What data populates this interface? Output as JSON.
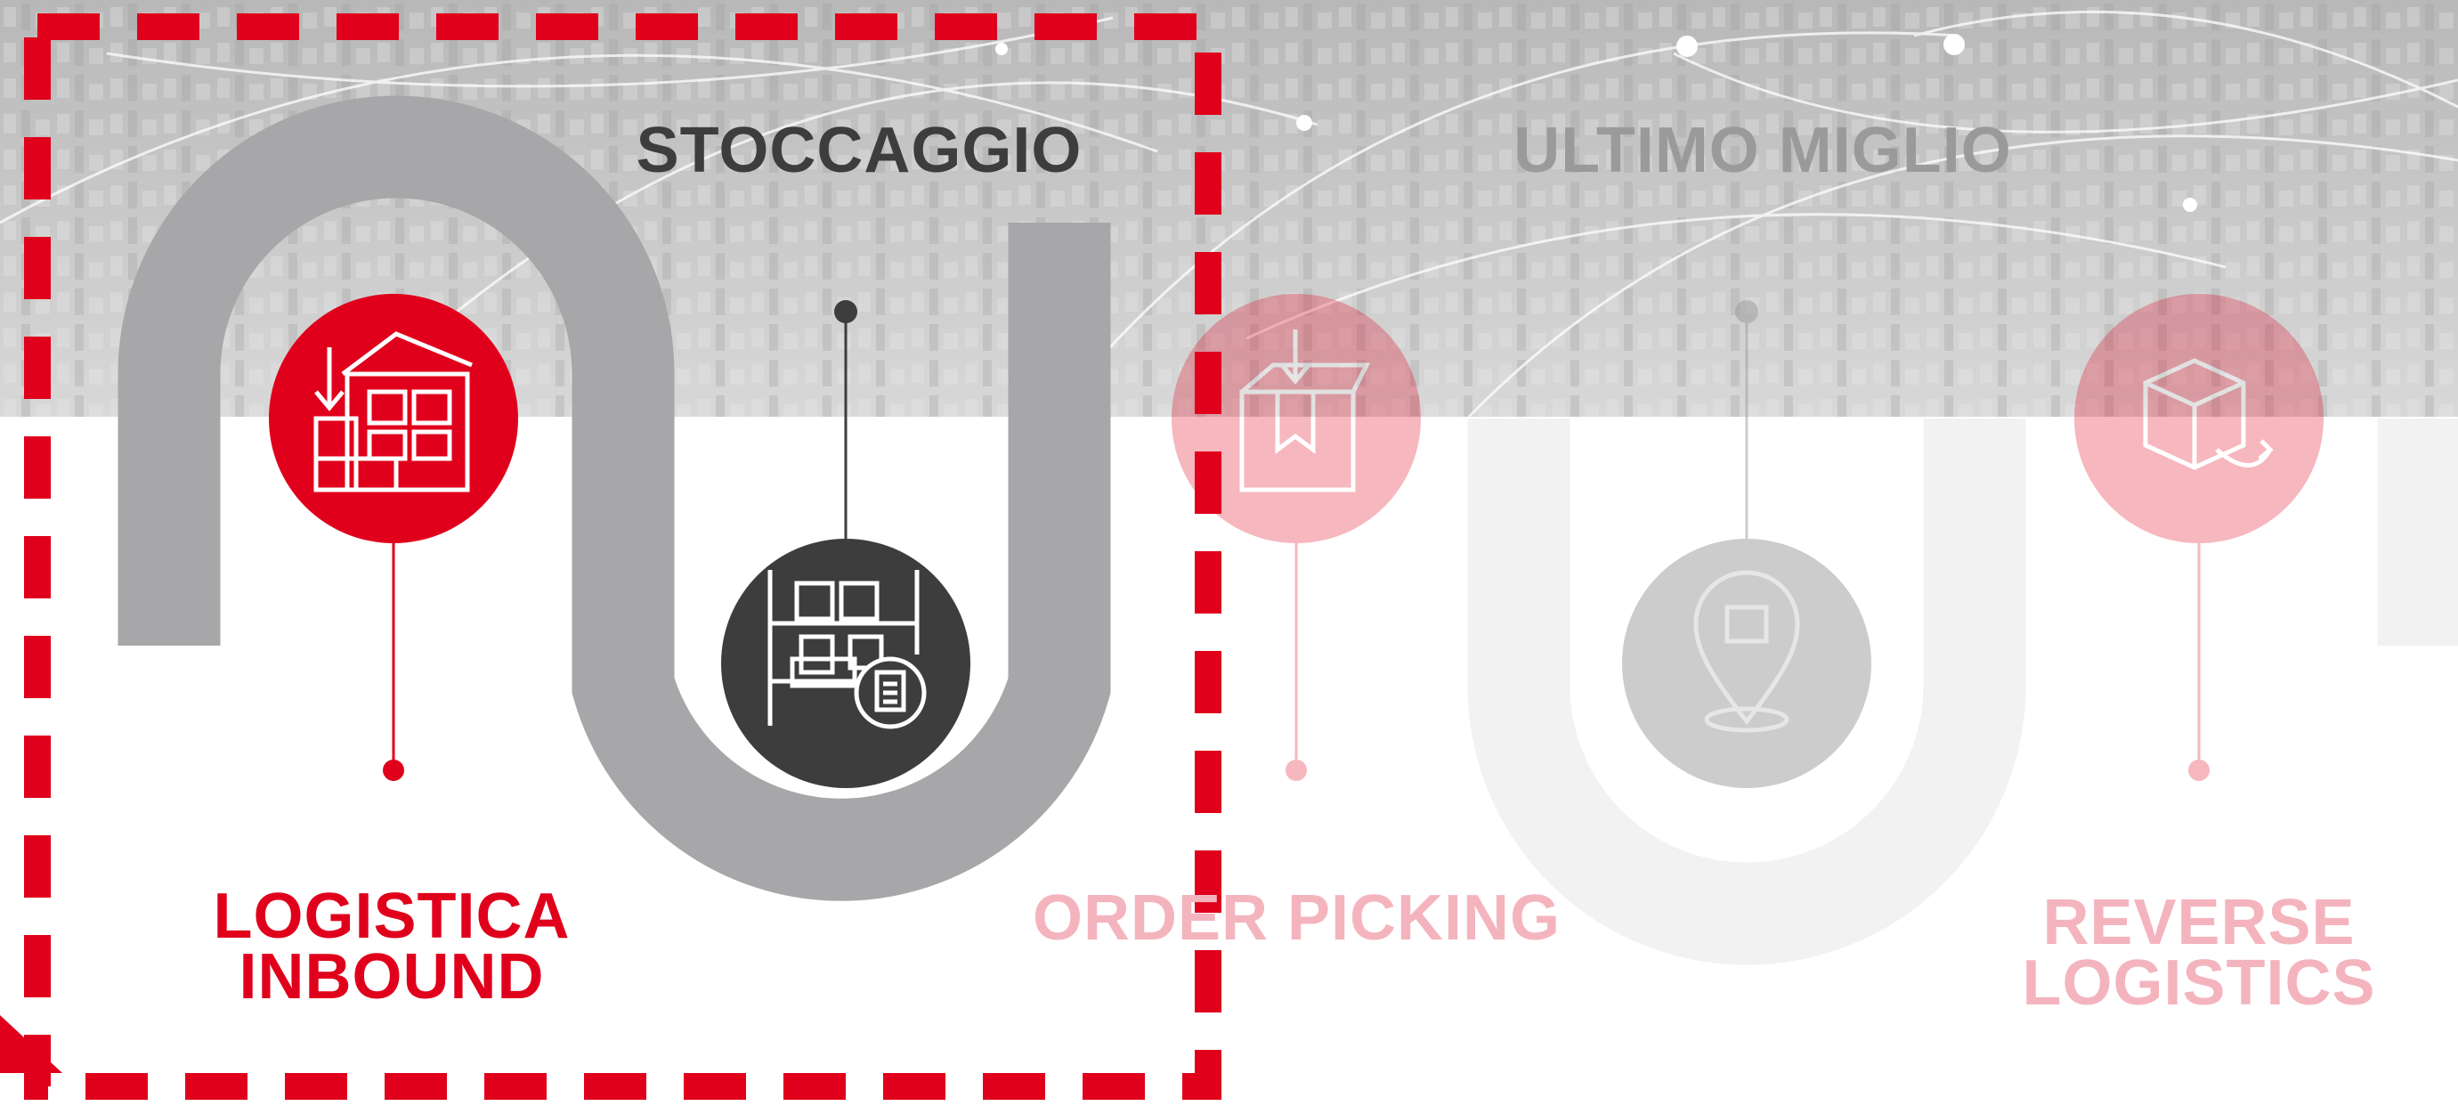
{
  "steps": [
    {
      "id": "logistica-inbound",
      "lines": [
        "LOGISTICA",
        "INBOUND"
      ],
      "state": "active",
      "icon": "warehouse-inbound-icon"
    },
    {
      "id": "stoccaggio",
      "lines": [
        "STOCCAGGIO"
      ],
      "state": "active",
      "icon": "storage-shelf-icon"
    },
    {
      "id": "order-picking",
      "lines": [
        "ORDER PICKING"
      ],
      "state": "faded",
      "icon": "order-picking-box-icon"
    },
    {
      "id": "ultimo-miglio",
      "lines": [
        "ULTIMO MIGLIO"
      ],
      "state": "faded",
      "icon": "location-pin-package-icon"
    },
    {
      "id": "reverse-logistics",
      "lines": [
        "REVERSE",
        "LOGISTICS"
      ],
      "state": "faded",
      "icon": "return-package-icon"
    }
  ],
  "highlight": {
    "style": "dashed",
    "color": "#e0001b",
    "covers": [
      "logistica-inbound",
      "stoccaggio"
    ]
  },
  "colors": {
    "brand_red": "#e0001b",
    "dark_gray": "#3d3d3d",
    "path_gray": "#a7a7a9",
    "faded_pink": "#f4b4be",
    "faded_gray": "#f2f2f2"
  }
}
